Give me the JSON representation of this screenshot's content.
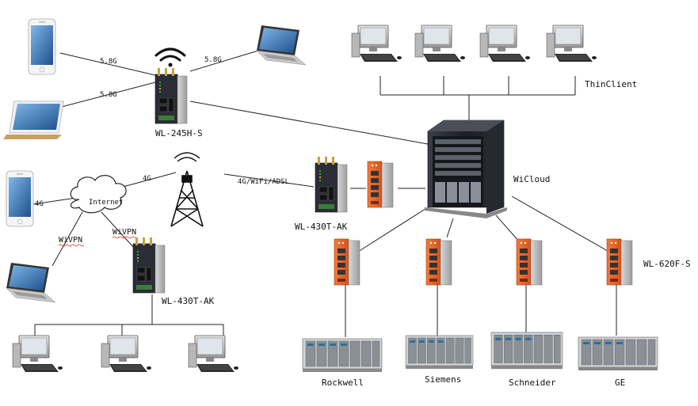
{
  "labels": {
    "router_top": "WL-245H-S",
    "router_mid": "WL-430T-AK",
    "router_bottom": "WL-430T-AK",
    "cloud_server": "WiCloud",
    "switch_right": "WL-620F-S",
    "thin_client": "ThinClient",
    "internet": "Internet",
    "link_phone_5g": "5.8G",
    "link_tablet_5g": "5.8G",
    "link_laptop_5g": "5.8G",
    "link_4g_tower": "4G",
    "link_phone_4g": "4G",
    "link_backhaul": "4G/WiFi/ADSL",
    "link_wivpn_laptop": "WiVPN",
    "link_wivpn_router": "WiVPN",
    "plc_rockwell": "Rockwell",
    "plc_siemens": "Siemens",
    "plc_schneider": "Schneider",
    "plc_ge": "GE"
  },
  "colors": {
    "switch_orange": "#e8622a",
    "router_dark": "#2a2d35",
    "server_dark": "#1c1f24",
    "link_line": "#222222"
  }
}
